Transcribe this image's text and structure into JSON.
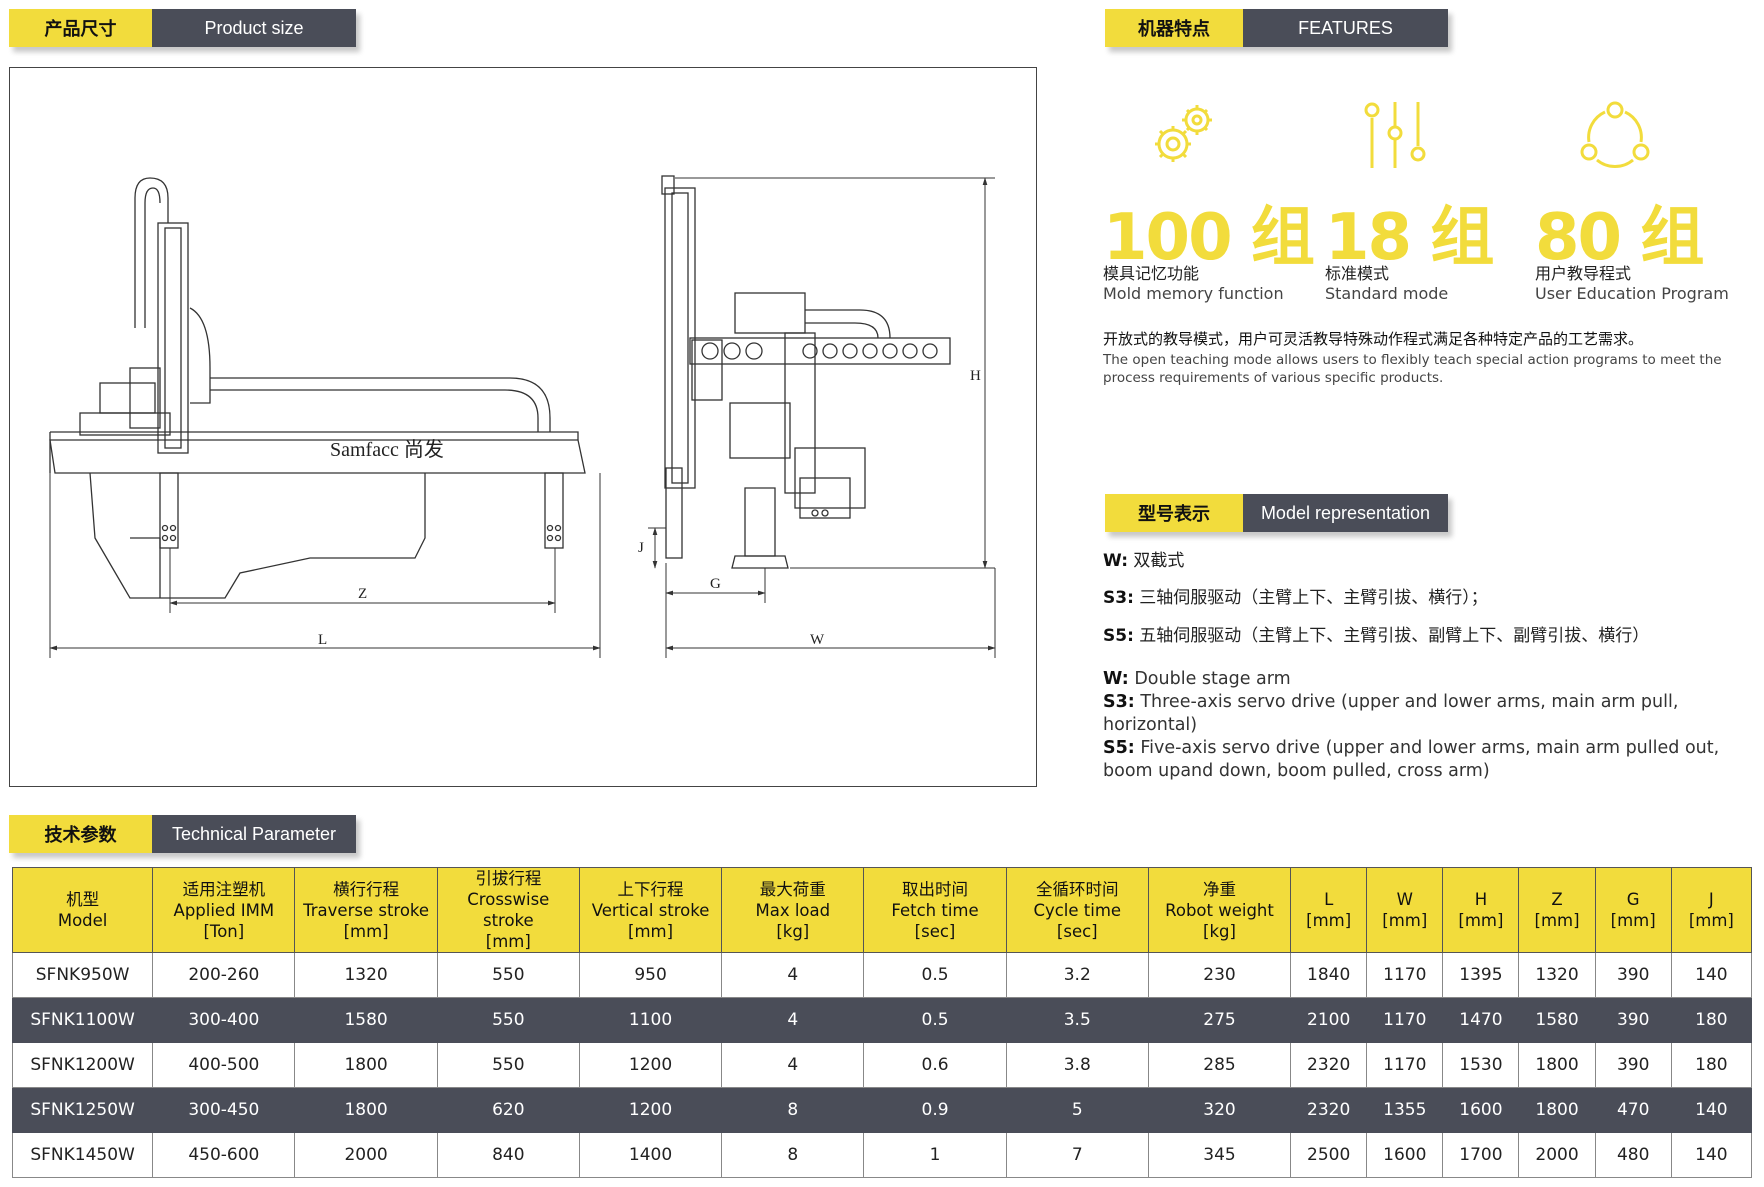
{
  "headers": {
    "product_size": {
      "cn": "产品尺寸",
      "en": "Product size"
    },
    "features": {
      "cn": "机器特点",
      "en": "FEATURES"
    },
    "model_rep": {
      "cn": "型号表示",
      "en": "Model representation"
    },
    "tech_param": {
      "cn": "技术参数",
      "en": "Technical Parameter"
    }
  },
  "drawing": {
    "brand": "Samfacc 尚发",
    "dim_labels": {
      "Z": "Z",
      "L": "L",
      "G": "G",
      "W": "W",
      "H": "H",
      "J": "J"
    }
  },
  "features": [
    {
      "icon": "gears-icon",
      "num": "100 组",
      "cn": "模具记忆功能",
      "en": "Mold memory function"
    },
    {
      "icon": "sliders-icon",
      "num": "18 组",
      "cn": "标准模式",
      "en": "Standard mode"
    },
    {
      "icon": "cycle-icon",
      "num": "80 组",
      "cn": "用户教导程式",
      "en": "User Education Program"
    }
  ],
  "feature_desc": {
    "cn": "开放式的教导模式，用户可灵活教导特殊动作程式满足各种特定产品的工艺需求。",
    "en": "The open teaching mode allows users to flexibly teach special action programs to meet the process requirements of various specific products."
  },
  "model_rep": {
    "cn": [
      {
        "code": "W:",
        "text": " 双截式"
      },
      {
        "code": "S3:",
        "text": " 三轴伺服驱动（主臂上下、主臂引拔、横行）；"
      },
      {
        "code": "S5:",
        "text": " 五轴伺服驱动（主臂上下、主臂引拔、副臂上下、副臂引拔、横行）"
      }
    ],
    "en": [
      {
        "code": "W:",
        "text": " Double stage arm"
      },
      {
        "code": "S3:",
        "text": " Three-axis servo drive (upper and lower arms, main arm pull, horizontal)"
      },
      {
        "code": "S5:",
        "text": " Five-axis servo drive (upper and lower arms, main arm pulled out, boom upand down, boom pulled, cross arm)"
      }
    ]
  },
  "table": {
    "columns": [
      {
        "cn": "机型",
        "en": "Model",
        "unit": ""
      },
      {
        "cn": "适用注塑机",
        "en": "Applied IMM",
        "unit": "[Ton]"
      },
      {
        "cn": "横行行程",
        "en": "Traverse stroke",
        "unit": "[mm]"
      },
      {
        "cn": "引拔行程",
        "en": "Crosswise stroke",
        "unit": "[mm]"
      },
      {
        "cn": "上下行程",
        "en": "Vertical stroke",
        "unit": "[mm]"
      },
      {
        "cn": "最大荷重",
        "en": "Max load",
        "unit": "[kg]"
      },
      {
        "cn": "取出时间",
        "en": "Fetch time",
        "unit": "[sec]"
      },
      {
        "cn": "全循环时间",
        "en": "Cycle time",
        "unit": "[sec]"
      },
      {
        "cn": "净重",
        "en": "Robot weight",
        "unit": "[kg]"
      },
      {
        "cn": "",
        "en": "L",
        "unit": "[mm]"
      },
      {
        "cn": "",
        "en": "W",
        "unit": "[mm]"
      },
      {
        "cn": "",
        "en": "H",
        "unit": "[mm]"
      },
      {
        "cn": "",
        "en": "Z",
        "unit": "[mm]"
      },
      {
        "cn": "",
        "en": "G",
        "unit": "[mm]"
      },
      {
        "cn": "",
        "en": "J",
        "unit": "[mm]"
      }
    ],
    "rows": [
      [
        "SFNK950W",
        "200-260",
        "1320",
        "550",
        "950",
        "4",
        "0.5",
        "3.2",
        "230",
        "1840",
        "1170",
        "1395",
        "1320",
        "390",
        "140"
      ],
      [
        "SFNK1100W",
        "300-400",
        "1580",
        "550",
        "1100",
        "4",
        "0.5",
        "3.5",
        "275",
        "2100",
        "1170",
        "1470",
        "1580",
        "390",
        "180"
      ],
      [
        "SFNK1200W",
        "400-500",
        "1800",
        "550",
        "1200",
        "4",
        "0.6",
        "3.8",
        "285",
        "2320",
        "1170",
        "1530",
        "1800",
        "390",
        "180"
      ],
      [
        "SFNK1250W",
        "300-450",
        "1800",
        "620",
        "1200",
        "8",
        "0.9",
        "5",
        "320",
        "2320",
        "1355",
        "1600",
        "1800",
        "470",
        "140"
      ],
      [
        "SFNK1450W",
        "450-600",
        "2000",
        "840",
        "1400",
        "8",
        "1",
        "7",
        "345",
        "2500",
        "1600",
        "1700",
        "2000",
        "480",
        "140"
      ]
    ]
  },
  "colors": {
    "accent": "#f2dc3c",
    "dark": "#4a4d58"
  }
}
